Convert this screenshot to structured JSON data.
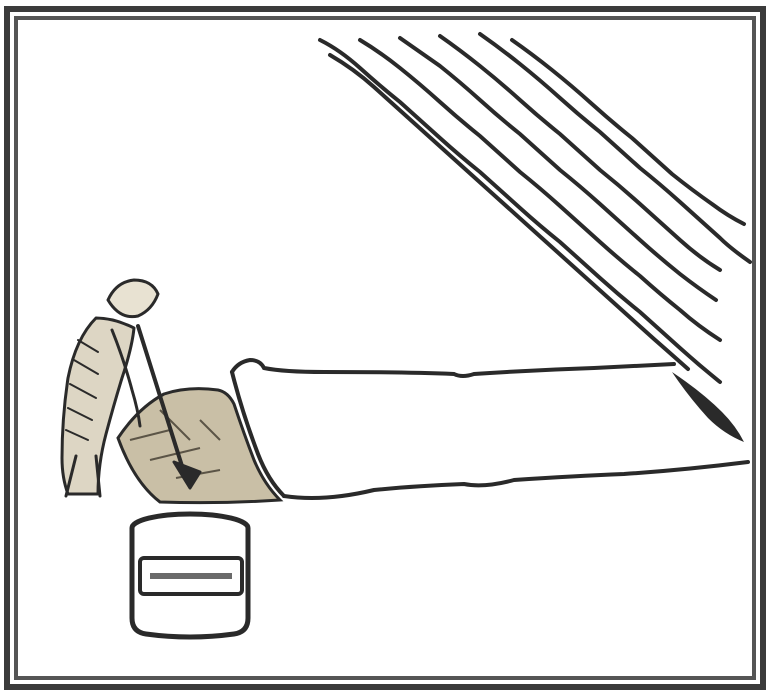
{
  "illustration": {
    "bucket_label": "",
    "colors": {
      "ink": "#2a2a2a",
      "paper": "#ffffff",
      "frame": "#3b3b3b",
      "soil": "#c9bfa6"
    },
    "icons": [
      "rain-lines",
      "farmer-figure",
      "soil-mound",
      "bucket",
      "furrow"
    ]
  }
}
